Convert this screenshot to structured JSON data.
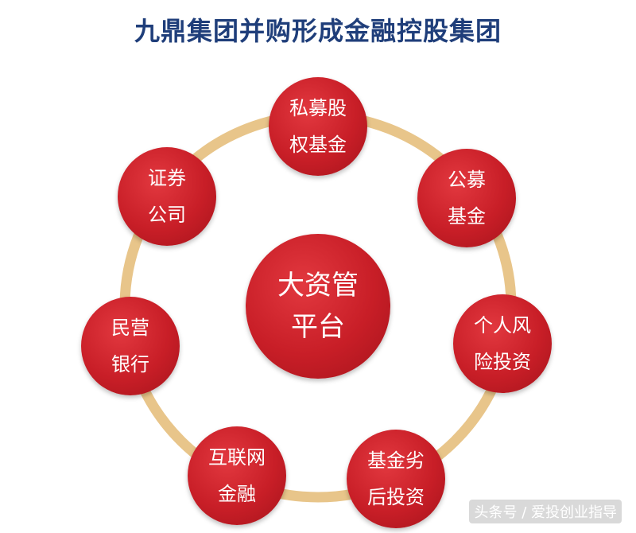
{
  "title": "九鼎集团并购形成金融控股集团",
  "colors": {
    "node": "#c81e27",
    "ring": "#e8c58a",
    "title": "#1f3e7a"
  },
  "center": {
    "line1": "大资管",
    "line2": "平台"
  },
  "nodes": [
    {
      "line1": "私募股",
      "line2": "权基金"
    },
    {
      "line1": "公募",
      "line2": "基金"
    },
    {
      "line1": "个人风",
      "line2": "险投资"
    },
    {
      "line1": "基金劣",
      "line2": "后投资"
    },
    {
      "line1": "互联网",
      "line2": "金融"
    },
    {
      "line1": "民营",
      "line2": "银行"
    },
    {
      "line1": "证券",
      "line2": "公司"
    }
  ],
  "watermark": "头条号 / 爱投创业指导"
}
